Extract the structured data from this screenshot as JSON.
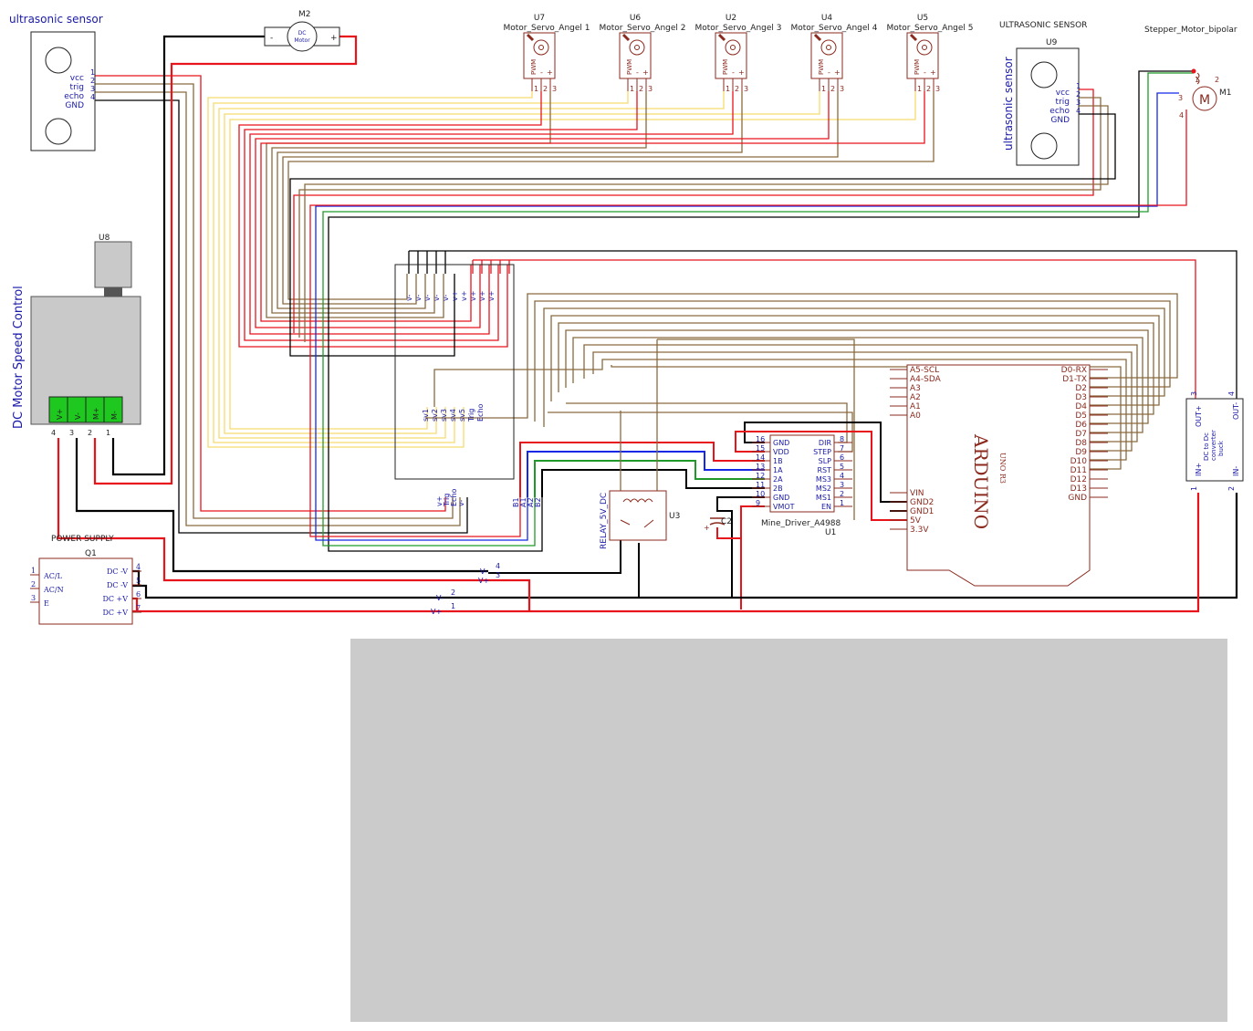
{
  "ultrasonic_left": {
    "title": "ultrasonic sensor",
    "pins": [
      "vcc",
      "trig",
      "echo",
      "GND"
    ],
    "nums": [
      "1",
      "2",
      "3",
      "4"
    ]
  },
  "ultrasonic_right": {
    "title": "ULTRASONIC SENSOR",
    "ref": "U9",
    "side_label": "ultrasonic sensor",
    "pins": [
      "vcc",
      "trig",
      "echo",
      "GND"
    ],
    "nums": [
      "1",
      "2",
      "3",
      "4"
    ]
  },
  "dc_motor": {
    "ref": "M2",
    "body": [
      "DC",
      "Motor"
    ],
    "minus": "-",
    "plus": "+"
  },
  "servos": [
    {
      "ref": "U7",
      "name": "Motor_Servo_Angel 1"
    },
    {
      "ref": "U6",
      "name": "Motor_Servo_Angel 2"
    },
    {
      "ref": "U2",
      "name": "Motor_Servo_Angel 3"
    },
    {
      "ref": "U4",
      "name": "Motor_Servo_Angel 4"
    },
    {
      "ref": "U5",
      "name": "Motor_Servo_Angel 5"
    }
  ],
  "servo_pin": {
    "pwm": "PWM",
    "minus": "-",
    "plus": "+",
    "nums": [
      "1",
      "2",
      "3"
    ]
  },
  "stepper": {
    "title": "Stepper_Motor_bipolar",
    "ref": "M1",
    "symbol": "M",
    "nums": [
      "1",
      "2",
      "3",
      "4"
    ]
  },
  "speed_control": {
    "ref": "U8",
    "side_label": "DC Motor Speed Control",
    "terminals": [
      "V+",
      "V-",
      "M+",
      "M-"
    ],
    "nums": [
      "4",
      "3",
      "2",
      "1"
    ]
  },
  "header_pins": [
    "v-",
    "v-",
    "v-",
    "v-",
    "v-",
    "v+",
    "v+",
    "v+",
    "v+",
    "v+"
  ],
  "signal_bus": [
    "sv1",
    "sv2",
    "sv3",
    "sv4",
    "sv5",
    "Trig",
    "Echo"
  ],
  "us_bus": [
    "v+",
    "Trig",
    "Echo",
    "v-"
  ],
  "stepper_bus": [
    "B1",
    "A1",
    "A2",
    "B2"
  ],
  "relay": {
    "ref": "U3",
    "name": "RELAY_5V_DC"
  },
  "capacitor": {
    "ref": "C2",
    "plus": "+"
  },
  "driver": {
    "ref": "U1",
    "name": "Mine_Driver_A4988",
    "left": [
      {
        "n": "16",
        "l": "GND"
      },
      {
        "n": "15",
        "l": "VDD"
      },
      {
        "n": "14",
        "l": "1B"
      },
      {
        "n": "13",
        "l": "1A"
      },
      {
        "n": "12",
        "l": "2A"
      },
      {
        "n": "11",
        "l": "2B"
      },
      {
        "n": "10",
        "l": "GND"
      },
      {
        "n": "9",
        "l": "VMOT"
      }
    ],
    "right": [
      {
        "n": "8",
        "l": "DIR"
      },
      {
        "n": "7",
        "l": "STEP"
      },
      {
        "n": "6",
        "l": "SLP"
      },
      {
        "n": "5",
        "l": "RST"
      },
      {
        "n": "4",
        "l": "MS3"
      },
      {
        "n": "3",
        "l": "MS2"
      },
      {
        "n": "2",
        "l": "MS1"
      },
      {
        "n": "1",
        "l": "EN"
      }
    ]
  },
  "arduino": {
    "brand": "ARDUINO",
    "model": "UNO R3",
    "left_top": [
      "A5-SCL",
      "A4-SDA",
      "A3",
      "A2",
      "A1",
      "A0"
    ],
    "left_bottom": [
      "VIN",
      "GND2",
      "GND1",
      "5V",
      "3.3V"
    ],
    "right": [
      "D0-RX",
      "D1-TX",
      "D2",
      "D3",
      "D4",
      "D5",
      "D6",
      "D7",
      "D8",
      "D9",
      "D10",
      "D11",
      "D12",
      "D13",
      "GND"
    ]
  },
  "buck": {
    "body": [
      "DC to Dc",
      "converter",
      "buck"
    ],
    "out_plus": "OUT+",
    "out_minus": "OUT-",
    "in_plus": "IN+",
    "in_minus": "IN-",
    "nums": [
      "3",
      "4",
      "1",
      "2"
    ]
  },
  "power_supply": {
    "title": "POWER SUPPLY",
    "ref": "Q1",
    "left": [
      {
        "n": "1",
        "l": "AC/L"
      },
      {
        "n": "2",
        "l": "AC/N"
      },
      {
        "n": "3",
        "l": "E"
      }
    ],
    "right": [
      {
        "n": "4",
        "l": "DC -V"
      },
      {
        "n": "5",
        "l": "DC -V"
      },
      {
        "n": "6",
        "l": "DC +V"
      },
      {
        "n": "7",
        "l": "DC +V"
      }
    ]
  },
  "junctions": [
    {
      "n": "4",
      "l": "V-"
    },
    {
      "n": "3",
      "l": "V+"
    },
    {
      "n": "2",
      "l": "V-"
    },
    {
      "n": "1",
      "l": "V+"
    }
  ],
  "colors": {
    "red": "#e8141c",
    "black": "#000000",
    "yellow": "#f7dc6f",
    "brown": "#8b6a3e",
    "blue": "#1428e6",
    "green": "#1f9a2a",
    "component": "#8b2a1e",
    "label": "#1a1aa8",
    "panel": "#cbcbcb"
  }
}
